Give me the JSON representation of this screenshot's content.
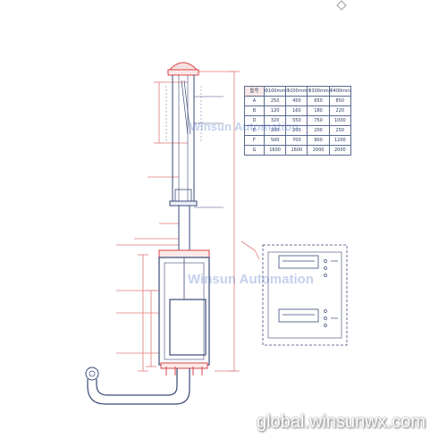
{
  "table": {
    "header": [
      "型号",
      "Φ100mm",
      "Φ200mm",
      "Φ300mm",
      "Φ400mm"
    ],
    "rows": [
      [
        "A",
        "250",
        "450",
        "650",
        "850"
      ],
      [
        "B",
        "120",
        "160",
        "180",
        "220"
      ],
      [
        "D",
        "320",
        "550",
        "750",
        "1000"
      ],
      [
        "E",
        "200",
        "200",
        "200",
        "250"
      ],
      [
        "F",
        "500",
        "700",
        "900",
        "1200"
      ],
      [
        "G",
        "1600",
        "1600",
        "2000",
        "2000"
      ]
    ]
  },
  "watermark": "Winsun Automation",
  "footer": "global.winsunwx.com",
  "colors": {
    "line": "#3a4a78",
    "accent": "#d9464a",
    "dim": "#e07a7a"
  }
}
